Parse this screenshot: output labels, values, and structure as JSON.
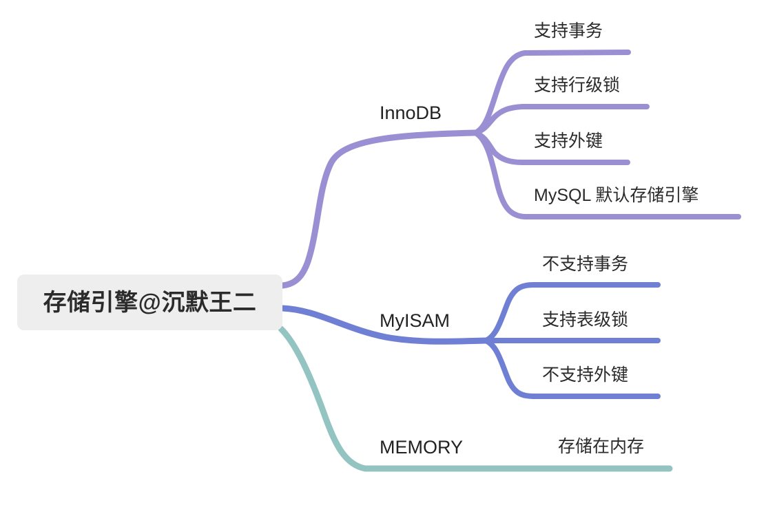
{
  "diagram": {
    "type": "mindmap",
    "title": "存储引擎@沉默王二",
    "orientation": "left-to-right",
    "background_color": "#ffffff",
    "root": {
      "label": "存储引擎@沉默王二",
      "fill_color": "#eeeeee",
      "text_color": "#2b2b2b"
    },
    "branches": [
      {
        "label": "InnoDB",
        "color": "#9b8fd4",
        "children": [
          {
            "label": "支持事务"
          },
          {
            "label": "支持行级锁"
          },
          {
            "label": "支持外键"
          },
          {
            "label": "MySQL 默认存储引擎"
          }
        ]
      },
      {
        "label": "MyISAM",
        "color": "#6f7fd4",
        "children": [
          {
            "label": "不支持事务"
          },
          {
            "label": "支持表级锁"
          },
          {
            "label": "不支持外键"
          }
        ]
      },
      {
        "label": "MEMORY",
        "color": "#93c4c2",
        "children": [
          {
            "label": "存储在内存"
          }
        ]
      }
    ]
  }
}
